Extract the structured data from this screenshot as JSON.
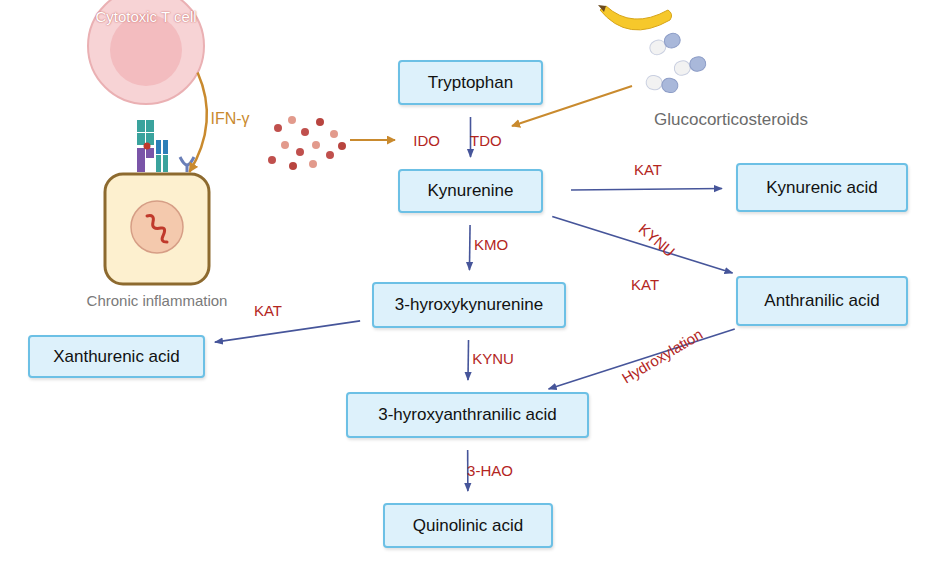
{
  "diagram": {
    "nodes": [
      {
        "text": [
          "Cytotoxic T cell"
        ]
      },
      {
        "text": [
          "Chronic inflammation"
        ]
      },
      {
        "text": [
          "Tryptophan"
        ]
      },
      {
        "text": [
          "Kynurenine"
        ]
      },
      {
        "text": [
          "Kynurenic acid"
        ]
      },
      {
        "text": [
          "3-hyroxykynurenine"
        ]
      },
      {
        "text": [
          "Anthranilic acid"
        ]
      },
      {
        "text": [
          "Xanthurenic acid"
        ]
      },
      {
        "text": [
          "3-hyroxyanthranilic acid"
        ]
      },
      {
        "text": [
          "Quinolinic acid"
        ]
      }
    ],
    "edges": [
      {
        "from": 0,
        "to": 1,
        "label": "IFN-γ",
        "arrow": "to"
      },
      {
        "from": 2,
        "to": 3,
        "label": "IDO",
        "arrow": "to"
      },
      {
        "from": 3,
        "to": 4,
        "label": "KAT",
        "arrow": "to"
      },
      {
        "from": 3,
        "to": 5,
        "label": "KMO",
        "arrow": "to"
      },
      {
        "from": 3,
        "to": 6,
        "label": "KYNU",
        "arrow": "to"
      },
      {
        "from": 5,
        "to": 7,
        "label": "KAT",
        "arrow": "to"
      },
      {
        "from": 5,
        "to": 8,
        "label": "KYNU",
        "arrow": "to"
      },
      {
        "from": 6,
        "to": 8,
        "label": "Hydroxylation",
        "arrow": "to"
      },
      {
        "from": 8,
        "to": 9,
        "label": "3-HAO",
        "arrow": "to"
      }
    ],
    "labels": [
      "TDO",
      "KAT",
      "Glucocorticosteroids"
    ]
  }
}
